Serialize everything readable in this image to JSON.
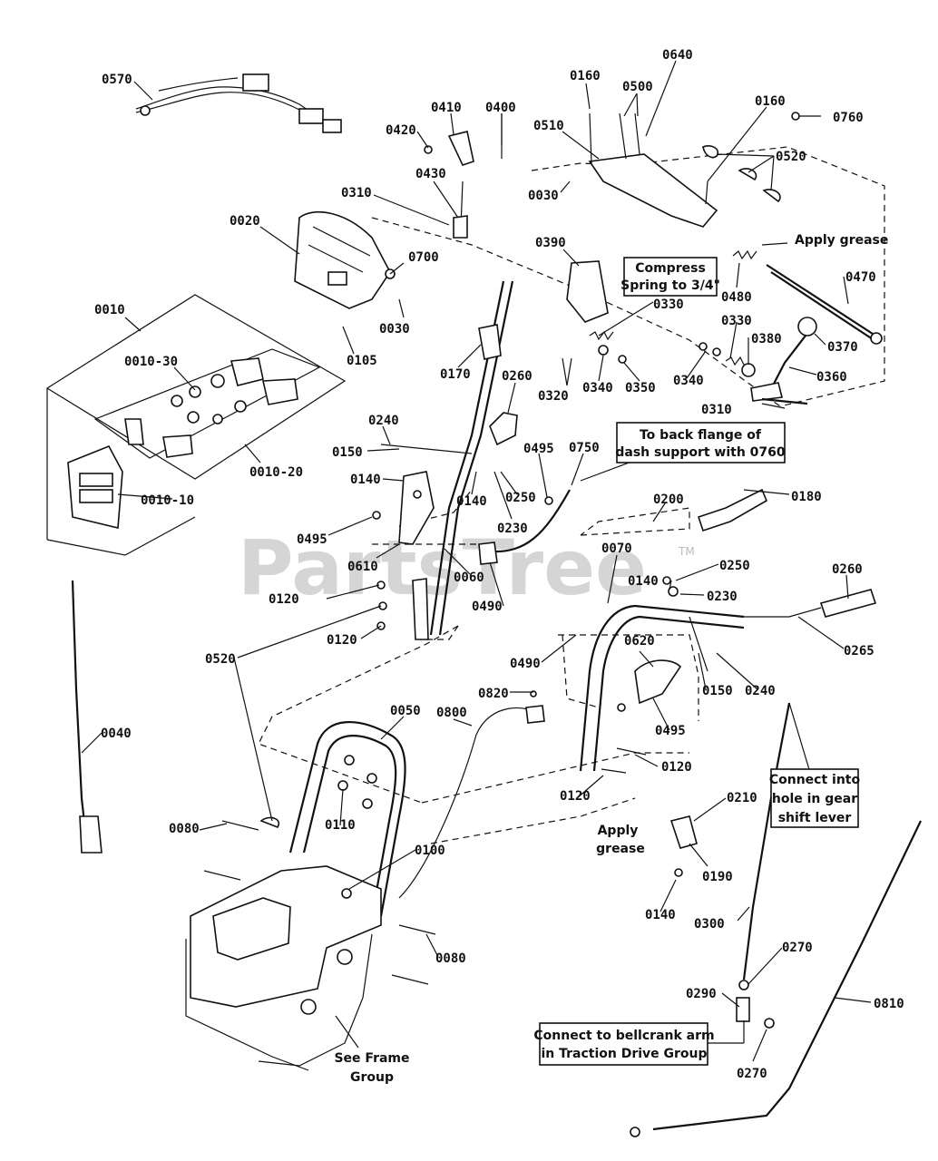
{
  "watermark": {
    "text": "PartsTree",
    "tm": "TM"
  },
  "callouts": {
    "c0570": "0570",
    "c0160a": "0160",
    "c0640": "0640",
    "c0500": "0500",
    "c0410": "0410",
    "c0400": "0400",
    "c0420": "0420",
    "c0510": "0510",
    "c0160b": "0160",
    "c0760": "0760",
    "c0430": "0430",
    "c0520a": "0520",
    "c0030a": "0030",
    "c0310a": "0310",
    "c0020": "0020",
    "c0390": "0390",
    "c0700": "0700",
    "c0470": "0470",
    "c0480": "0480",
    "c0330a": "0330",
    "c0030b": "0030",
    "c0330b": "0330",
    "c0010": "0010",
    "c0105": "0105",
    "c0380": "0380",
    "c0370": "0370",
    "c0010_30": "0010-30",
    "c0170": "0170",
    "c0340a": "0340",
    "c0350": "0350",
    "c0340b": "0340",
    "c0360": "0360",
    "c0320": "0320",
    "c0260a": "0260",
    "c0310b": "0310",
    "c0240a": "0240",
    "c0495a": "0495",
    "c0750": "0750",
    "c0150a": "0150",
    "c0010_20": "0010-20",
    "c0140a": "0140",
    "c0250a": "0250",
    "c0140b": "0140",
    "c0010_10": "0010-10",
    "c0230a": "0230",
    "c0200": "0200",
    "c0180": "0180",
    "c0495b": "0495",
    "c0610": "0610",
    "c0070": "0070",
    "c0060": "0060",
    "c0140c": "0140",
    "c0250b": "0250",
    "c0260b": "0260",
    "c0120a": "0120",
    "c0230b": "0230",
    "c0490a": "0490",
    "c0265": "0265",
    "c0120b": "0120",
    "c0520b": "0520",
    "c0620": "0620",
    "c0490b": "0490",
    "c0150b": "0150",
    "c0240b": "0240",
    "c0820": "0820",
    "c0050": "0050",
    "c0800": "0800",
    "c0495c": "0495",
    "c0040": "0040",
    "c0120c": "0120",
    "c0120d": "0120",
    "c0110": "0110",
    "c0210": "0210",
    "c0080a": "0080",
    "c0100": "0100",
    "c0190": "0190",
    "c0140d": "0140",
    "c0300": "0300",
    "c0080b": "0080",
    "c0270a": "0270",
    "c0290": "0290",
    "c0810": "0810",
    "c0270b": "0270"
  },
  "notes": {
    "compress": [
      "Compress",
      "Spring to 3/4\""
    ],
    "apply_grease_top": "Apply grease",
    "back_flange": [
      "To back flange of",
      "dash support with 0760"
    ],
    "connect_gear": [
      "Connect into",
      "hole in gear",
      "shift lever"
    ],
    "apply_grease_bottom": [
      "Apply",
      "grease"
    ],
    "connect_bellcrank": [
      "Connect to bellcrank arm",
      "in Traction Drive Group"
    ],
    "see_frame": [
      "See Frame",
      "Group"
    ]
  }
}
